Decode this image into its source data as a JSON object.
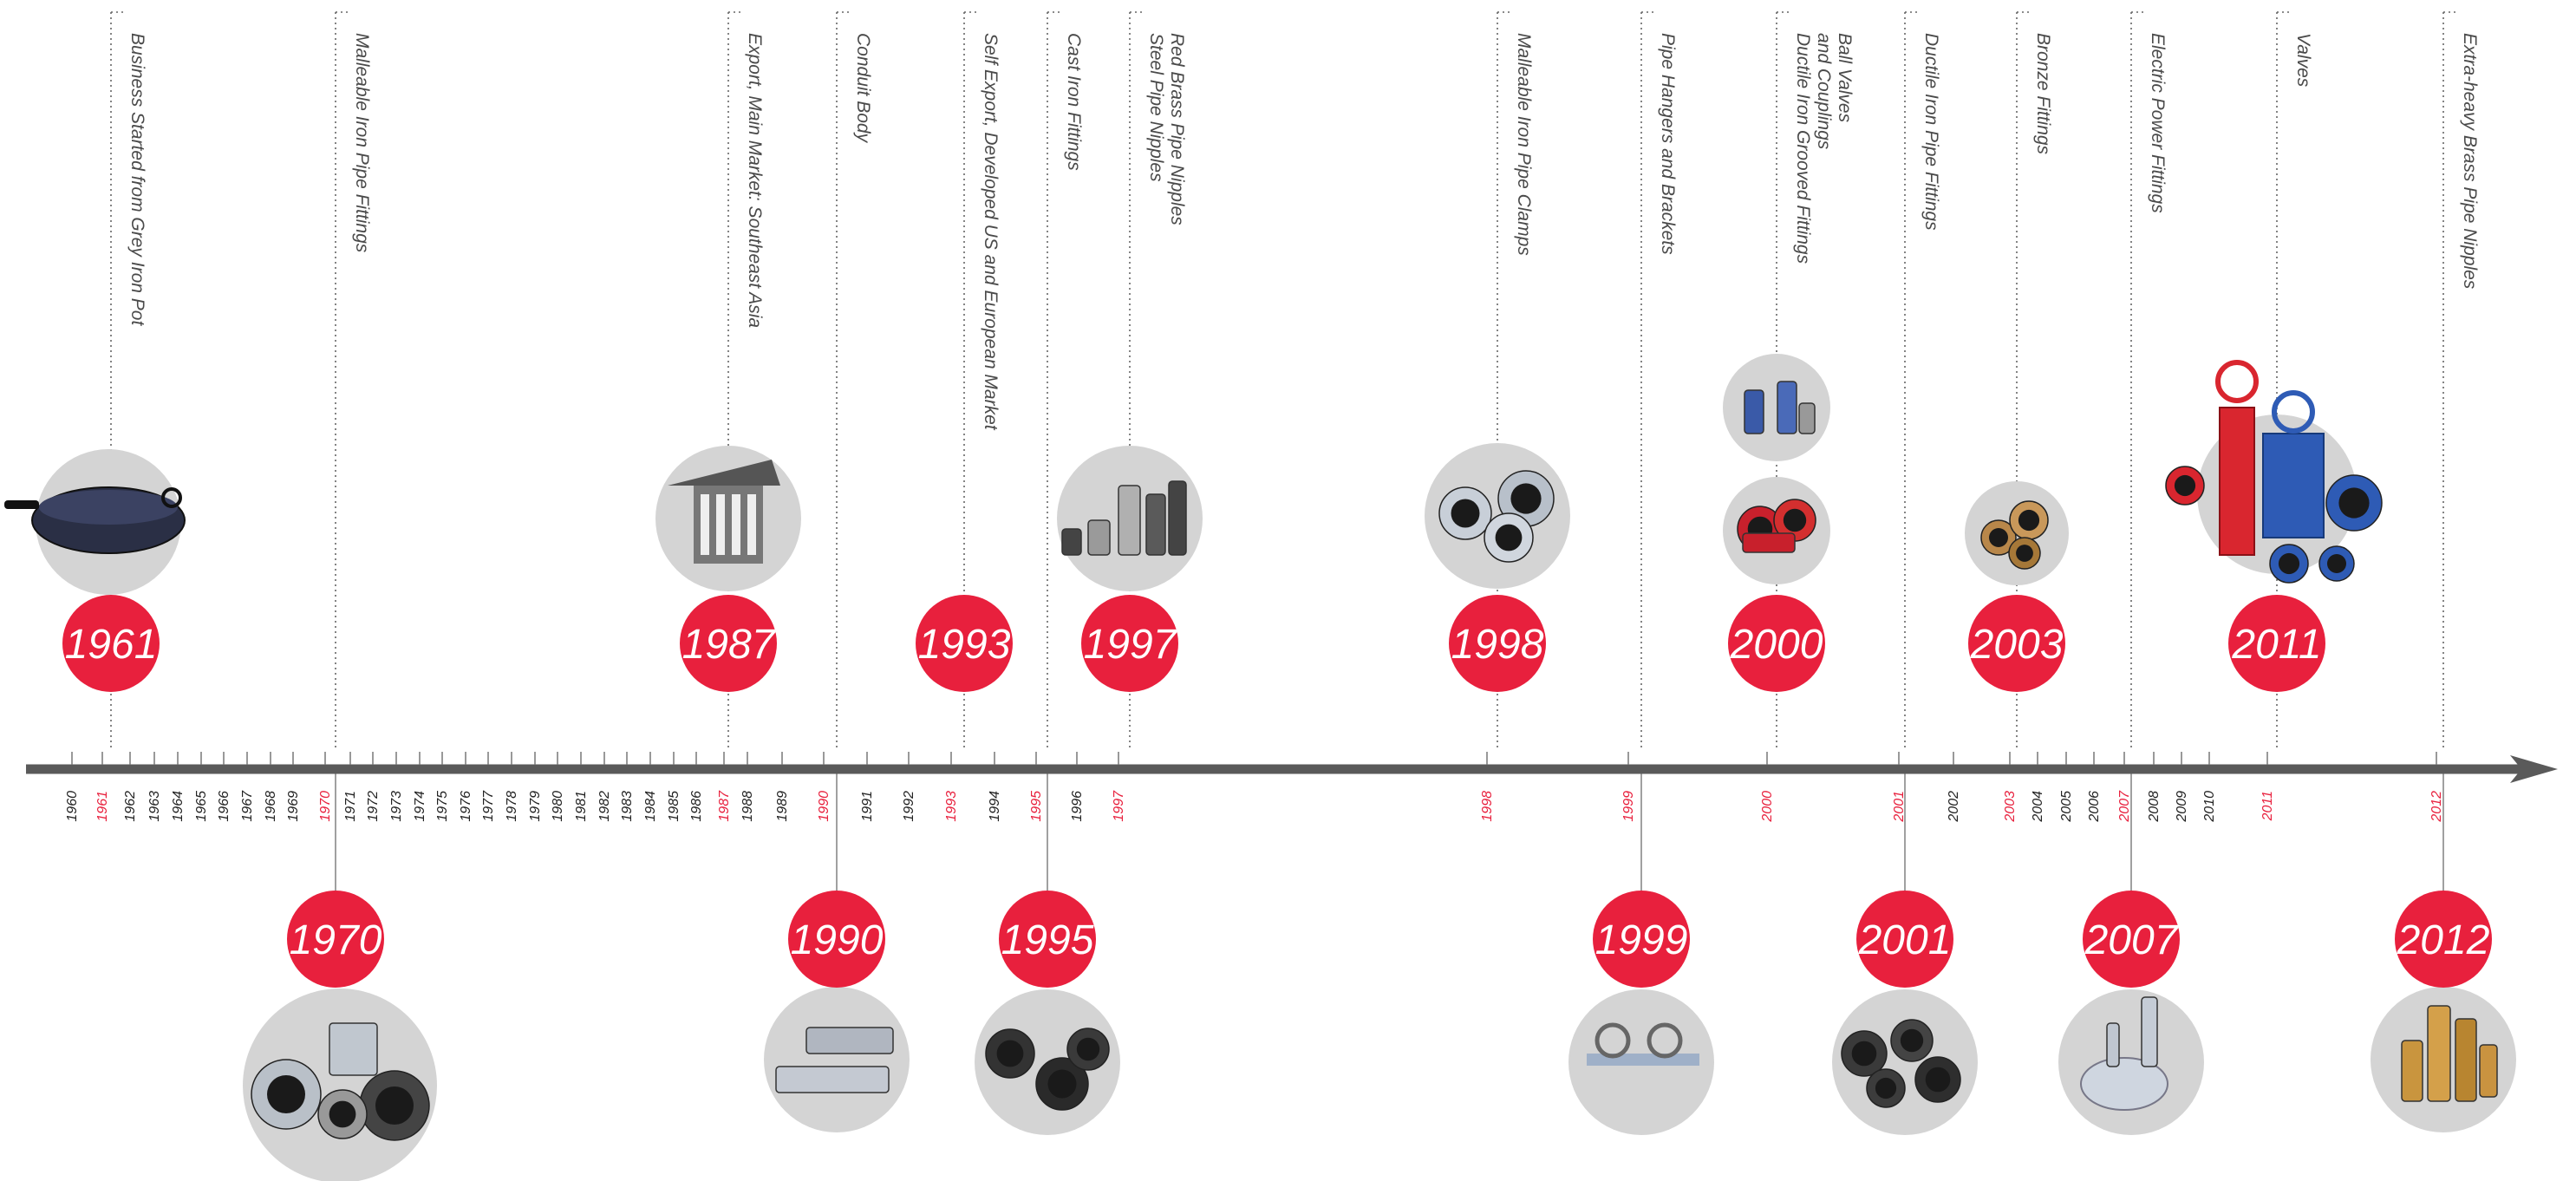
{
  "colors": {
    "accent": "#e8203d",
    "axis": "#5a5a5a",
    "photo_bg": "#d4d4d4",
    "dotted": "#666666",
    "text": "#4a4a4a"
  },
  "axis_years": [
    "1960",
    "1961",
    "1962",
    "1963",
    "1964",
    "1965",
    "1966",
    "1967",
    "1968",
    "1969",
    "1970",
    "1971",
    "1972",
    "1973",
    "1974",
    "1975",
    "1976",
    "1977",
    "1978",
    "1979",
    "1980",
    "1981",
    "1982",
    "1983",
    "1984",
    "1985",
    "1986",
    "1987",
    "1988",
    "1989",
    "1990",
    "1991",
    "1992",
    "1993",
    "1994",
    "1995",
    "1996",
    "1997",
    "1998",
    "1999",
    "2000",
    "2001",
    "2002",
    "2003",
    "2004",
    "2005",
    "2006",
    "2007",
    "2008",
    "2009",
    "2010",
    "2011",
    "2012"
  ],
  "highlight_years": [
    "1961",
    "1970",
    "1987",
    "1990",
    "1993",
    "1995",
    "1997",
    "1998",
    "1999",
    "2000",
    "2001",
    "2003",
    "2007",
    "2011",
    "2012"
  ],
  "events": [
    {
      "year": "1961",
      "side": "top",
      "label": "Business Started  from Grey Iron Pot",
      "icon": "wok-pan-icon"
    },
    {
      "year": "1970",
      "side": "top",
      "label": "Malleable Iron Pipe Fittings",
      "icon": "malleable-fittings-icon"
    },
    {
      "year": "1987",
      "side": "top",
      "label": "Export, Main Market: Southeast Asia",
      "icon": "building-photo-icon"
    },
    {
      "year": "1990",
      "side": "top",
      "label": "Conduit Body",
      "icon": "conduit-body-icon"
    },
    {
      "year": "1993",
      "side": "top",
      "label": "Self Export, Developed US and European Market",
      "icon": ""
    },
    {
      "year": "1995",
      "side": "top",
      "label": "Cast Iron Fittings",
      "icon": "cast-iron-fittings-icon"
    },
    {
      "year": "1997",
      "side": "top",
      "label": "Steel Pipe Nipples\nRed Brass Pipe Nipples",
      "icon": "pipe-nipples-icon"
    },
    {
      "year": "1998",
      "side": "top",
      "label": "Malleable Iron Pipe Clamps",
      "icon": "pipe-clamps-icon"
    },
    {
      "year": "1999",
      "side": "top",
      "label": "Pipe Hangers and Brackets",
      "icon": "pipe-hangers-icon"
    },
    {
      "year": "2000",
      "side": "top",
      "label": "Ductile Iron Grooved Fittings\nand Couplings\nBall Valves",
      "icon": "grooved-fittings-icon"
    },
    {
      "year": "2001",
      "side": "top",
      "label": "Ductile Iron Pipe Fittings",
      "icon": "ductile-fittings-icon"
    },
    {
      "year": "2003",
      "side": "top",
      "label": "Bronze Fittings",
      "icon": "bronze-fittings-icon"
    },
    {
      "year": "2007",
      "side": "top",
      "label": "Electric Power Fittings",
      "icon": "power-fittings-icon"
    },
    {
      "year": "2011",
      "side": "top",
      "label": "Valves",
      "icon": "valves-icon"
    },
    {
      "year": "2012",
      "side": "top",
      "label": "Extra-heavy Brass Pipe Nipples",
      "icon": "brass-nipples-icon"
    }
  ],
  "badges_top": [
    "1961",
    "1987",
    "1993",
    "1997",
    "1998",
    "2000",
    "2003",
    "2011"
  ],
  "badges_bottom": [
    "1970",
    "1990",
    "1995",
    "1999",
    "2001",
    "2007",
    "2012"
  ]
}
